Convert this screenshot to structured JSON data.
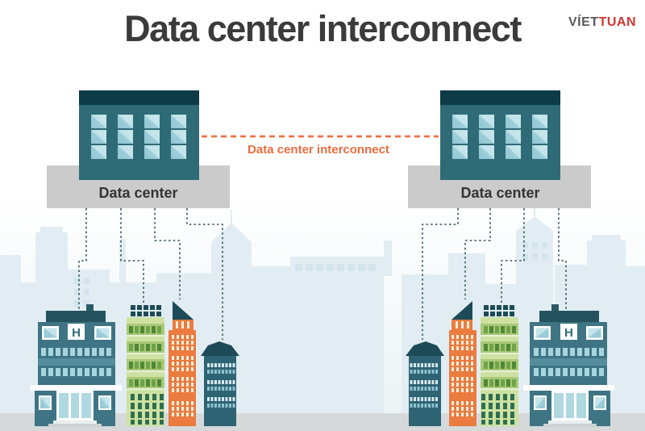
{
  "header": {
    "title": "Data center interconnect"
  },
  "logo": {
    "viet": "VÍET",
    "tuan": "TUAN"
  },
  "interconnect": {
    "label": "Data center interconnect"
  },
  "datacenter": {
    "label": "Data center"
  },
  "hospital": {
    "sign": "H"
  },
  "colors": {
    "title_text": "#3b3b3b",
    "accent_orange": "#ed6c3f",
    "building_teal": "#2e6b76",
    "building_dark_teal": "#0d3b48",
    "window_blue": "#a7d5de",
    "platform_gray": "#cbcbcb",
    "connector_dash": "#35545f",
    "skyline": "#e1edf2",
    "ground": "#d6d9d9",
    "logo_gray": "#58595b",
    "logo_red": "#cf3730"
  }
}
